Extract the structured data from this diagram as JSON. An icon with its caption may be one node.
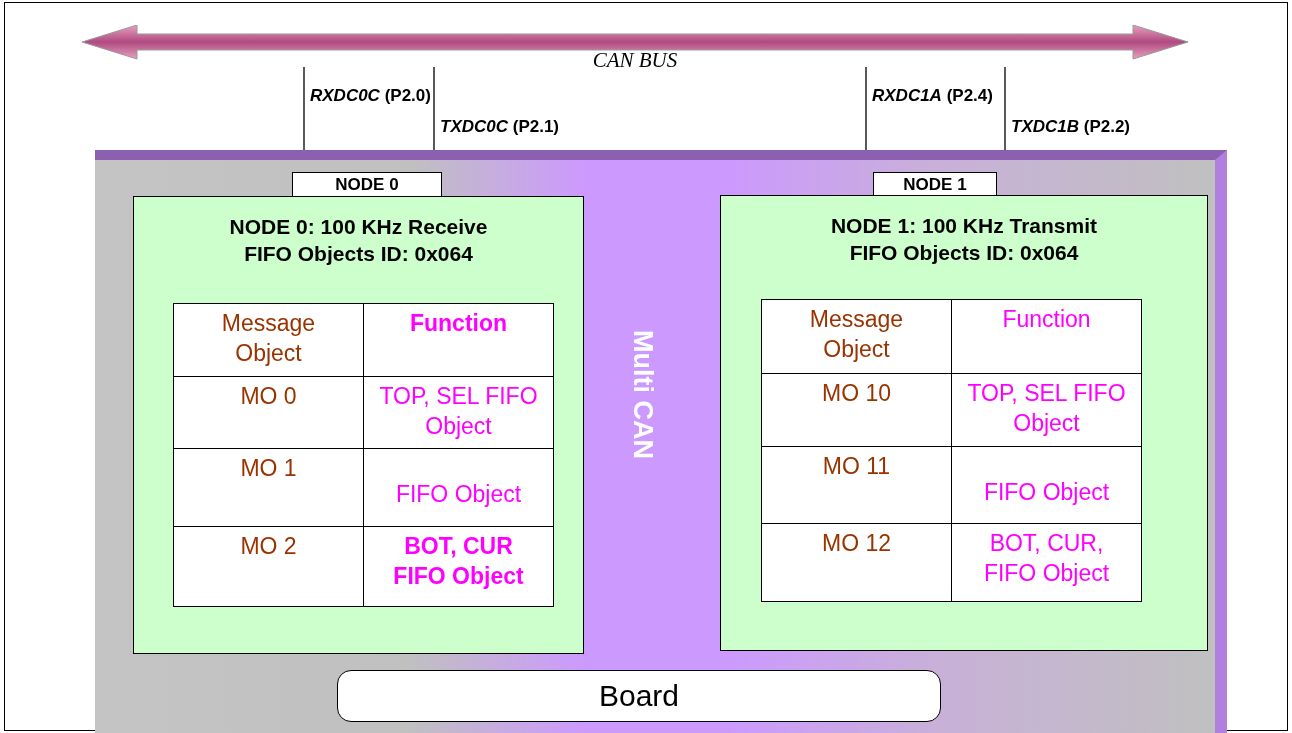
{
  "diagram": {
    "nodes": [
      {
        "text": [
          "CAN BUS"
        ]
      },
      {
        "text": [
          "Multi CAN"
        ]
      },
      {
        "text": [
          "NODE 0"
        ],
        "in": 1
      },
      {
        "text": [
          "NODE 0: 100 KHz Receive FIFO Objects ID: 0x064"
        ],
        "in": 1
      },
      {
        "text": [
          "NODE 1"
        ],
        "in": 1
      },
      {
        "text": [
          "NODE 1: 100 KHz Transmit FIFO Objects ID: 0x064"
        ],
        "in": 1
      },
      {
        "text": [
          "Board"
        ],
        "in": 1
      }
    ],
    "edges": [
      {
        "from": 0,
        "to": 2,
        "arrow": "none",
        "label": "*RXDC0C* (P2.0)"
      },
      {
        "from": 0,
        "to": 2,
        "arrow": "none",
        "label": "*TXDC0C* (P2.1)"
      },
      {
        "from": 0,
        "to": 4,
        "arrow": "none",
        "label": "*RXDC1A* (P2.4)"
      },
      {
        "from": 0,
        "to": 4,
        "arrow": "none",
        "label": "*TXDC1B* (P2.2)"
      }
    ],
    "labels": [
      "Message Object",
      "Function",
      "MO 0",
      "TOP, SEL FIFO Object",
      "MO 1",
      "FIFO Object",
      "MO 2",
      "BOT, CUR FIFO Object",
      "Message Object",
      "Function",
      "MO 10",
      "TOP, SEL FIFO Object",
      "MO 11",
      "FIFO Object",
      "MO 12",
      "BOT, CUR, FIFO Object"
    ]
  }
}
